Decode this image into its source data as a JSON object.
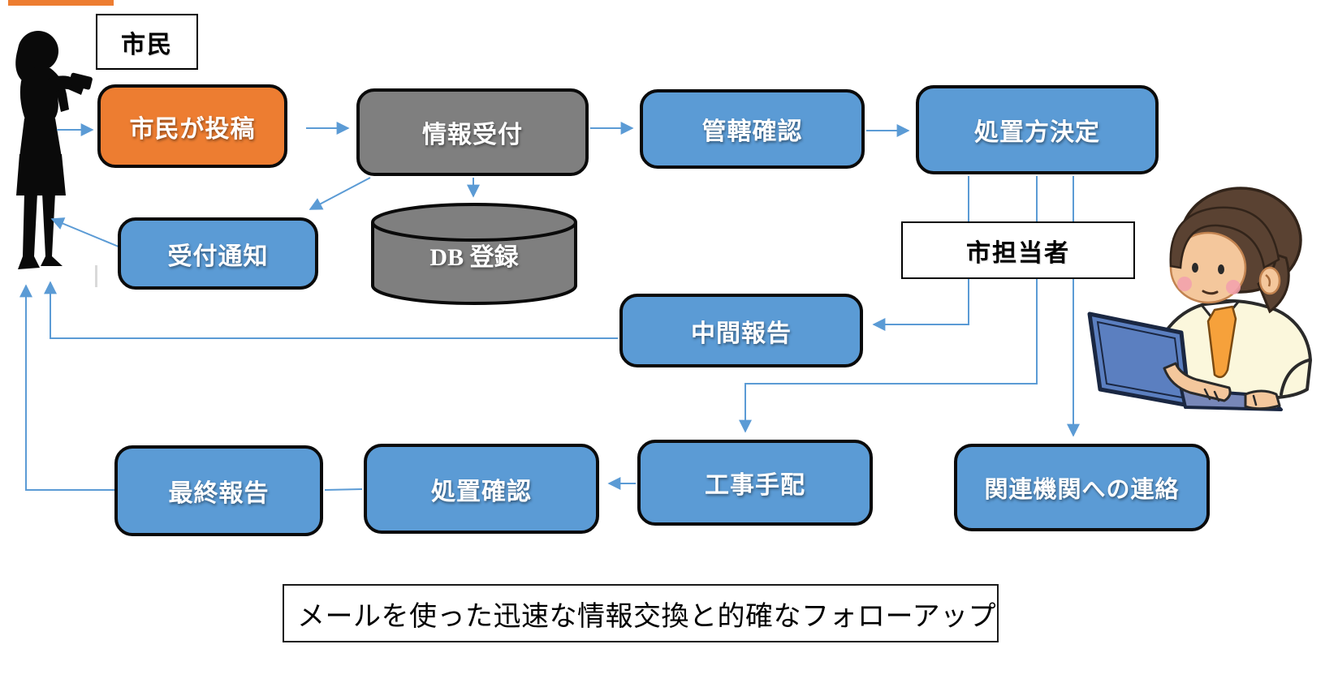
{
  "diagram": {
    "caption": "メールを使った迅速な情報交換と的確なフォローアップ",
    "actor_labels": {
      "citizen": "市民",
      "staff": "市担当者"
    },
    "nodes": [
      {
        "id": "citizen-post",
        "label": "市民が投稿",
        "color": "orange"
      },
      {
        "id": "info-reception",
        "label": "情報受付",
        "color": "gray"
      },
      {
        "id": "db-registration",
        "label": "DB 登録",
        "color": "gray",
        "shape": "cylinder"
      },
      {
        "id": "jurisdiction-check",
        "label": "管轄確認",
        "color": "blue"
      },
      {
        "id": "treatment-decision",
        "label": "処置方決定",
        "color": "blue"
      },
      {
        "id": "reception-notice",
        "label": "受付通知",
        "color": "blue"
      },
      {
        "id": "interim-report",
        "label": "中間報告",
        "color": "blue"
      },
      {
        "id": "final-report",
        "label": "最終報告",
        "color": "blue"
      },
      {
        "id": "treatment-confirm",
        "label": "処置確認",
        "color": "blue"
      },
      {
        "id": "construction-arrange",
        "label": "工事手配",
        "color": "blue"
      },
      {
        "id": "related-orgs-contact",
        "label": "関連機関への連絡",
        "color": "blue"
      }
    ],
    "edges": [
      {
        "from": "citizen",
        "to": "citizen-post"
      },
      {
        "from": "citizen-post",
        "to": "info-reception"
      },
      {
        "from": "info-reception",
        "to": "jurisdiction-check"
      },
      {
        "from": "jurisdiction-check",
        "to": "treatment-decision"
      },
      {
        "from": "info-reception",
        "to": "db-registration"
      },
      {
        "from": "info-reception",
        "to": "reception-notice"
      },
      {
        "from": "reception-notice",
        "to": "citizen"
      },
      {
        "from": "treatment-decision",
        "to": "interim-report"
      },
      {
        "from": "interim-report",
        "to": "citizen"
      },
      {
        "from": "treatment-decision",
        "to": "construction-arrange"
      },
      {
        "from": "treatment-decision",
        "to": "related-orgs-contact"
      },
      {
        "from": "construction-arrange",
        "to": "treatment-confirm"
      },
      {
        "from": "treatment-confirm",
        "to": "final-report"
      },
      {
        "from": "final-report",
        "to": "citizen"
      }
    ],
    "colors": {
      "box_blue": "#5B9BD5",
      "box_orange": "#ED7D31",
      "box_gray": "#7F7F7F",
      "outline": "#0A0A0A",
      "arrow": "#5B9BD5"
    }
  }
}
